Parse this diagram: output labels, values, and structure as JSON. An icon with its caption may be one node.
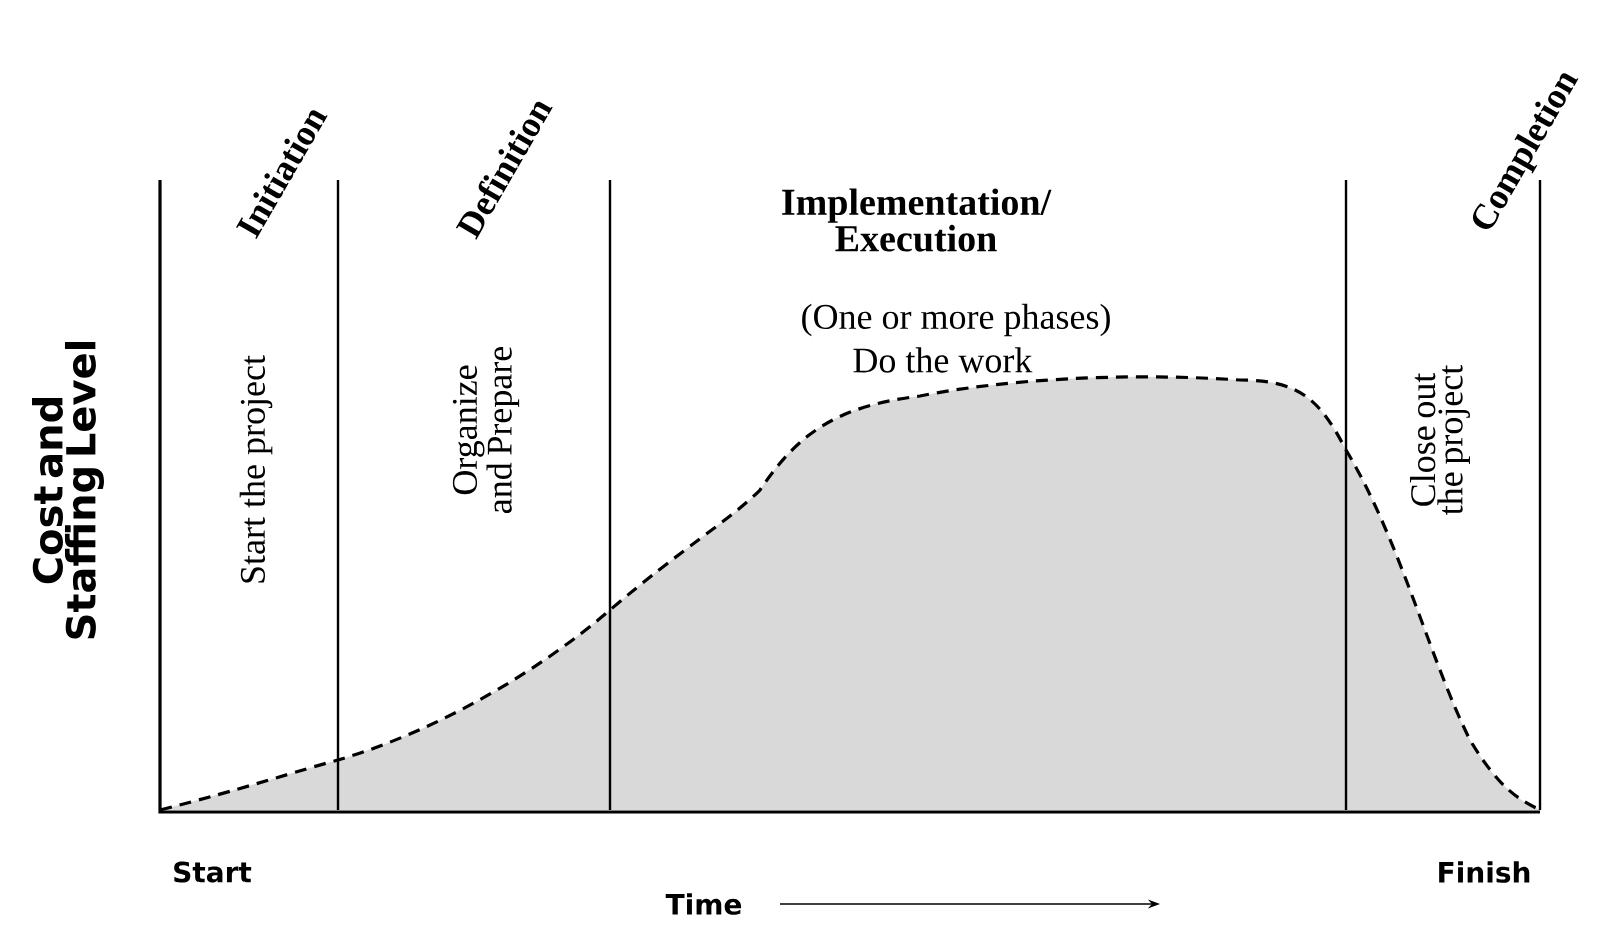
{
  "diagram": {
    "labels": [
      "Initiation",
      "Definition",
      "Implementation/ Execution",
      "Completion",
      "Cost and Staffing Level",
      "Start the project",
      "Organize and Prepare",
      "(One or more phases)",
      "Do the work",
      "Close out the project",
      "Start",
      "Time",
      "Finish"
    ]
  }
}
